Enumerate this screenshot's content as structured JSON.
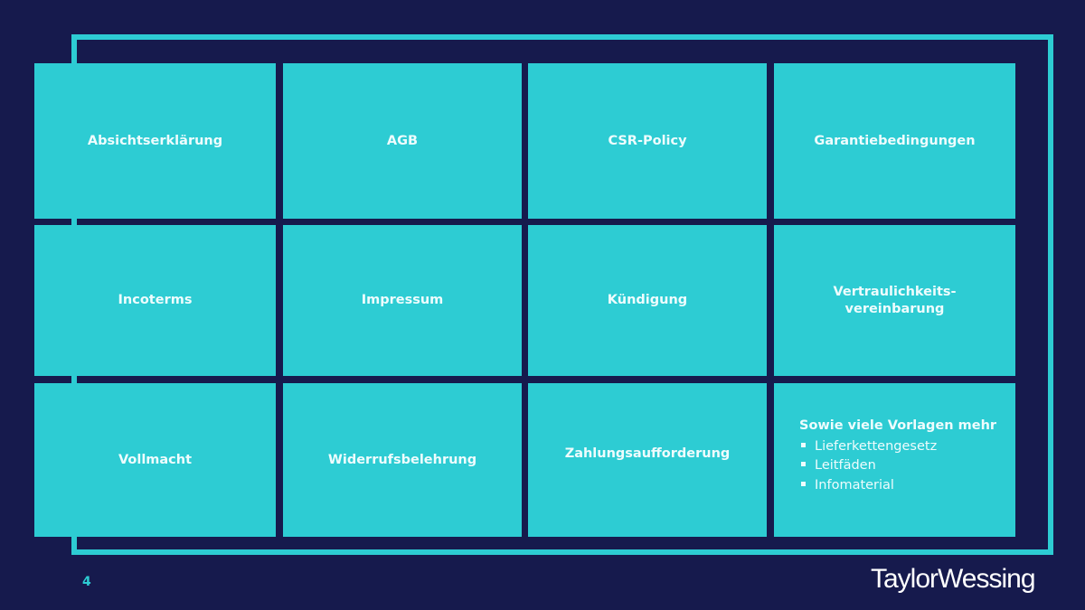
{
  "tiles": [
    [
      "Absichtserklärung",
      "AGB",
      "CSR-Policy",
      "Garantiebedingungen"
    ],
    [
      "Incoterms",
      "Impressum",
      "Kündigung",
      "Vertraulichkeits-\nvereinbarung"
    ],
    [
      "Vollmacht",
      "Widerrufsbelehrung",
      "Zahlungsaufforderung"
    ]
  ],
  "more": {
    "heading": "Sowie viele Vorlagen mehr",
    "items": [
      "Lieferkettengesetz",
      "Leitfäden",
      "Infomaterial"
    ]
  },
  "page_number": "4",
  "logo": "TaylorWessing",
  "colors": {
    "background": "#161a4d",
    "accent": "#2dccd3"
  }
}
